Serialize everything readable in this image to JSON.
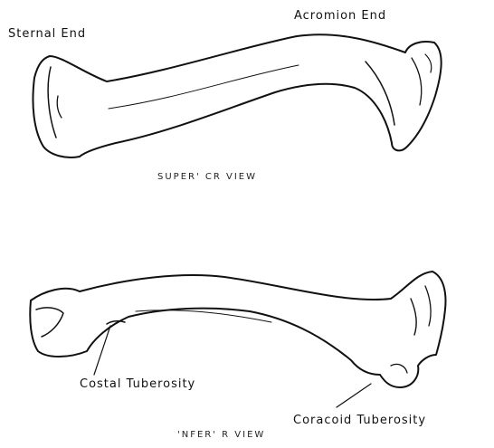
{
  "diagram": {
    "labels": {
      "sternal_end": "Sternal End",
      "acromion_end": "Acromion End",
      "superior_view": "SUPER' CR VIEW",
      "costal_tuberosity": "Costal Tuberosity",
      "coracoid_tuberosity": "Coracoid Tuberosity",
      "inferior_view": "'NFER' R VIEW"
    },
    "colors": {
      "ink": "#111111",
      "background": "#ffffff"
    }
  }
}
